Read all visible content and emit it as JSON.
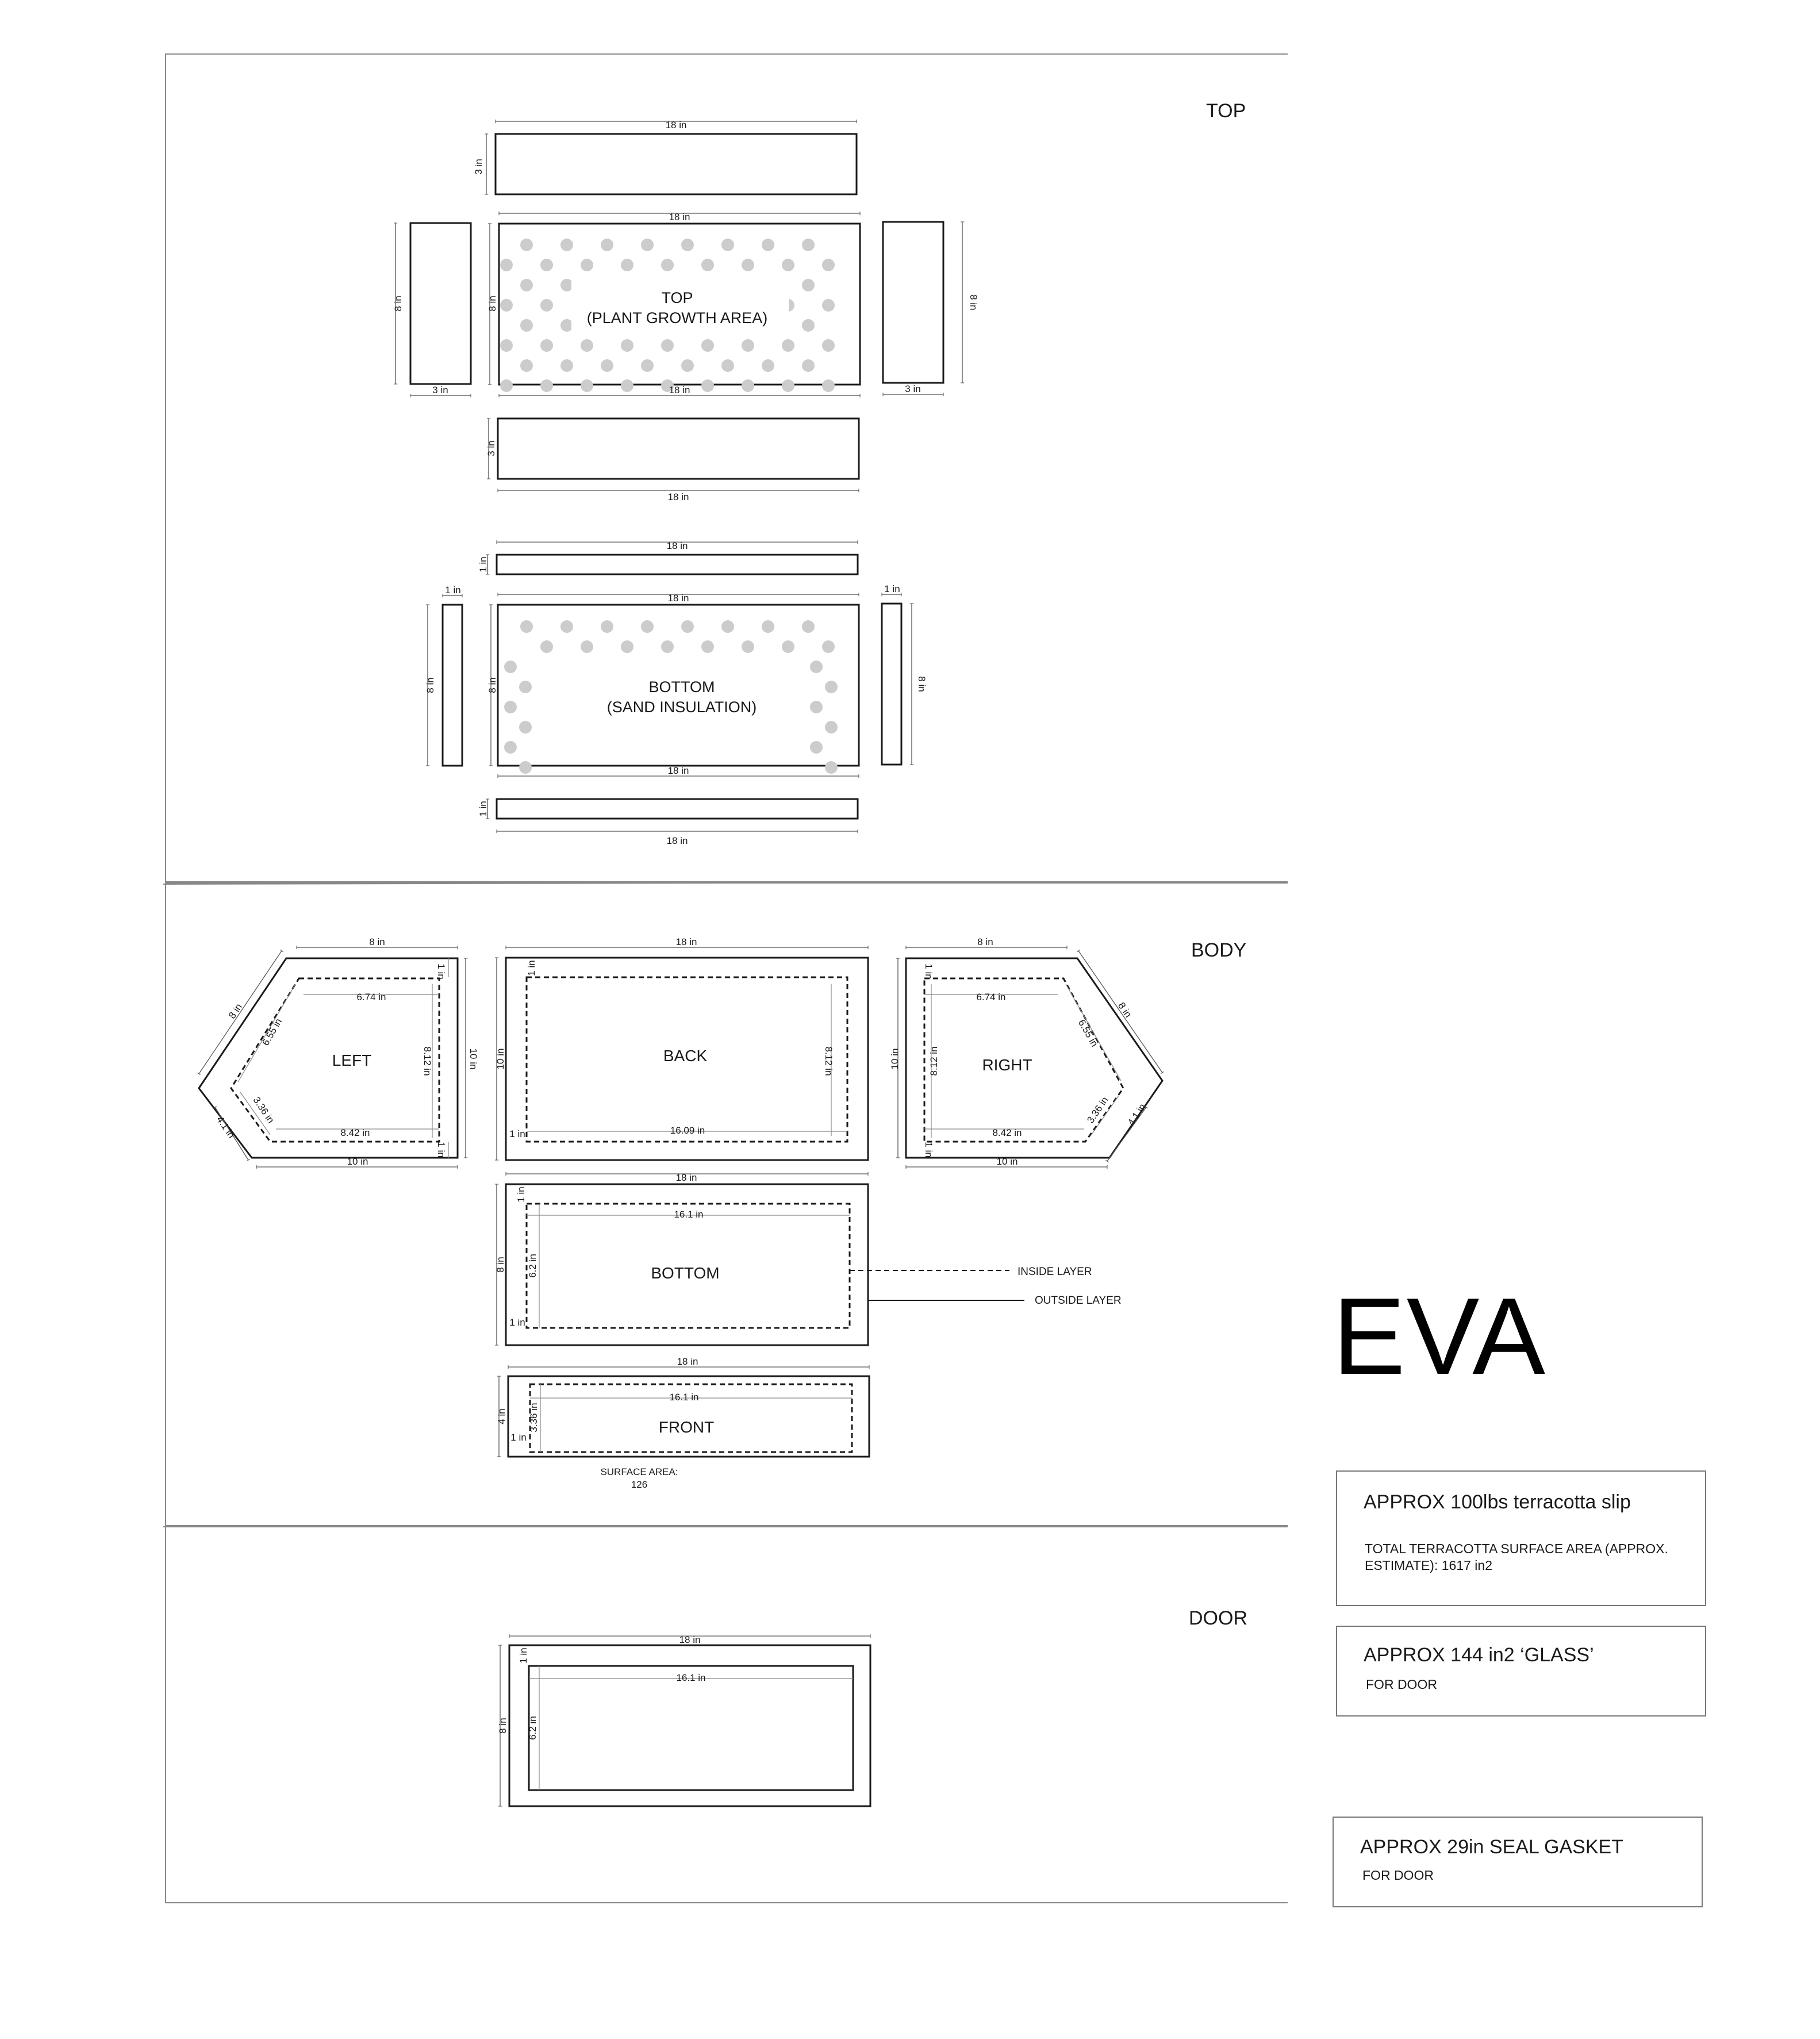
{
  "sections": {
    "top": "TOP",
    "body": "BODY",
    "door": "DOOR"
  },
  "labels": {
    "top_panel_1": "TOP",
    "top_panel_2": "(PLANT GROWTH AREA)",
    "bottom_panel_1": "BOTTOM",
    "bottom_panel_2": "(SAND INSULATION)",
    "left": "LEFT",
    "back": "BACK",
    "right": "RIGHT",
    "bottom": "BOTTOM",
    "front": "FRONT",
    "inside_layer": "INSIDE LAYER",
    "outside_layer": "OUTSIDE LAYER",
    "surface_area": "SURFACE AREA:",
    "surface_area_value": "126"
  },
  "dims": {
    "d18": "18 in",
    "d3": "3 in",
    "d8": "8 in",
    "d1": "1 in",
    "d10": "10 in",
    "d674": "6.74 in",
    "d655": "6.55 in",
    "d812": "8.12 in",
    "d336": "3.36 in",
    "d842": "8.42 in",
    "d41": "4.1 in",
    "d1609": "16.09 in",
    "d161": "16.1 in",
    "d62": "6.2 in",
    "d4": "4 in"
  },
  "title": "EVA",
  "info": {
    "slip_title": "APPROX 100lbs terracotta slip",
    "slip_line1": "TOTAL TERRACOTTA SURFACE AREA (APPROX.",
    "slip_line2": "ESTIMATE): 1617  in2",
    "glass_title": "APPROX 144 in2 ‘GLASS’",
    "glass_sub": "FOR DOOR",
    "gasket_title": "APPROX 29in SEAL GASKET",
    "gasket_sub": "FOR DOOR"
  },
  "colors": {
    "ink": "#1a1a1a",
    "hole": "#cccccc",
    "frame": "#888888",
    "dim": "#555555"
  }
}
